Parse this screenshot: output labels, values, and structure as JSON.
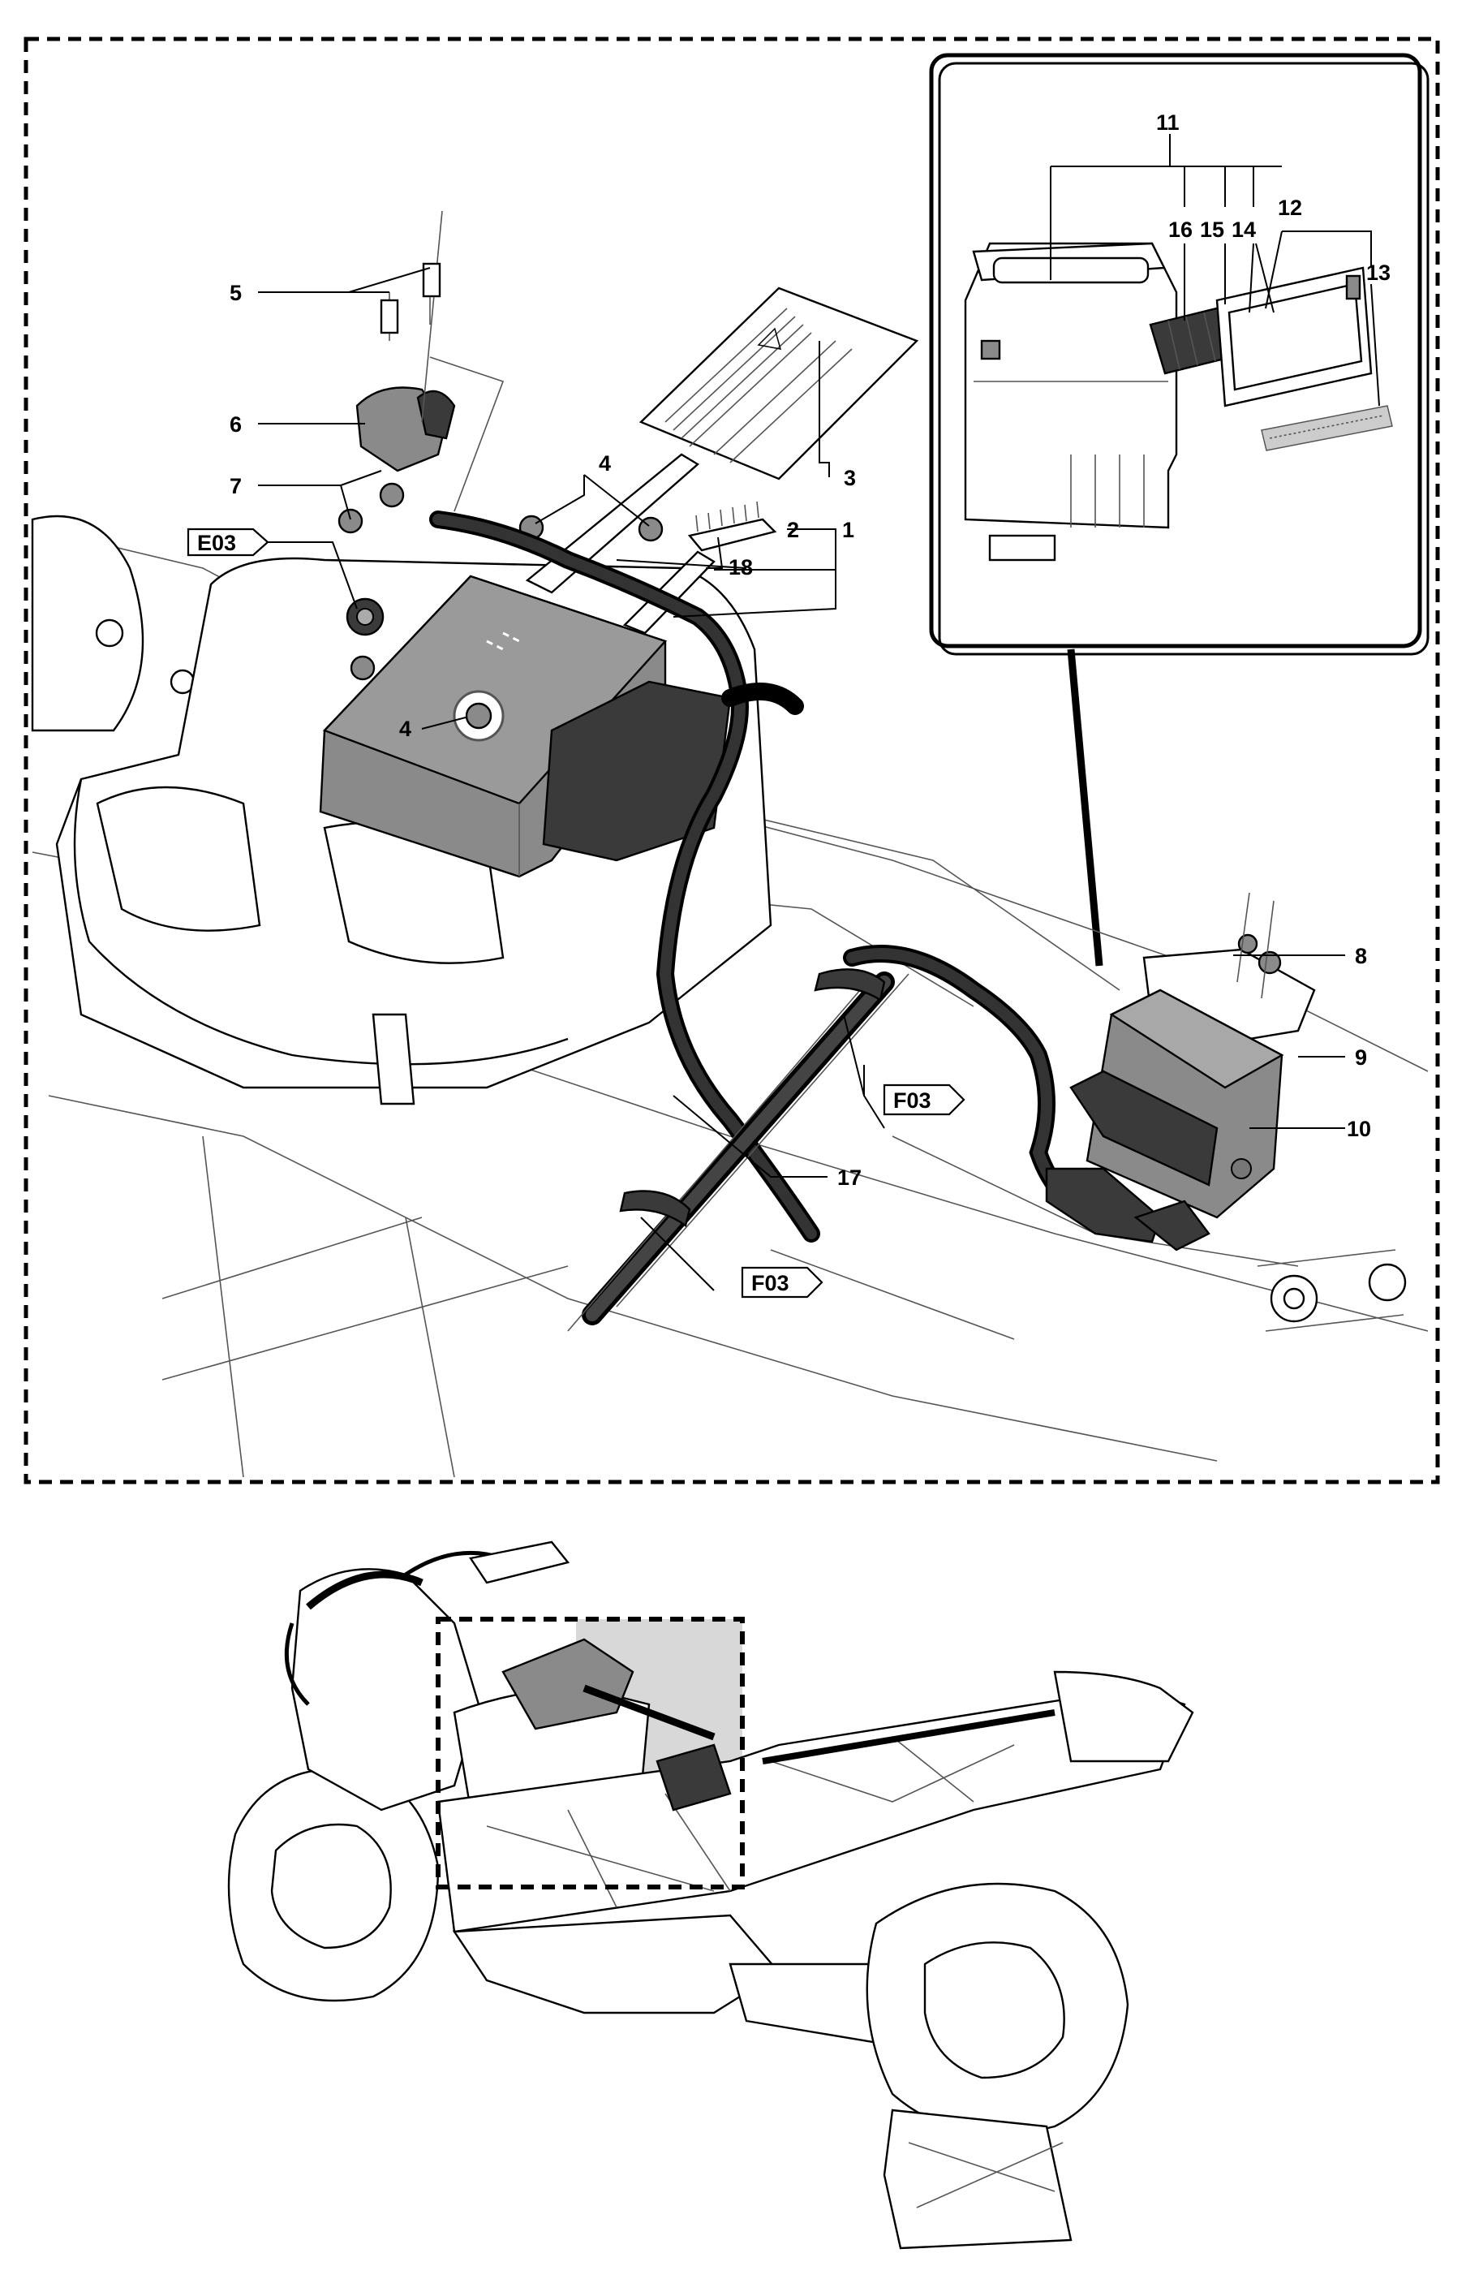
{
  "callouts": [
    {
      "id": "c1",
      "label": "1"
    },
    {
      "id": "c2",
      "label": "2"
    },
    {
      "id": "c3",
      "label": "3"
    },
    {
      "id": "c4a",
      "label": "4"
    },
    {
      "id": "c4b",
      "label": "4"
    },
    {
      "id": "c5",
      "label": "5"
    },
    {
      "id": "c6",
      "label": "6"
    },
    {
      "id": "c7",
      "label": "7"
    },
    {
      "id": "c8",
      "label": "8"
    },
    {
      "id": "c9",
      "label": "9"
    },
    {
      "id": "c10",
      "label": "10"
    },
    {
      "id": "c11",
      "label": "11"
    },
    {
      "id": "c12",
      "label": "12"
    },
    {
      "id": "c13",
      "label": "13"
    },
    {
      "id": "c14",
      "label": "14"
    },
    {
      "id": "c15",
      "label": "15"
    },
    {
      "id": "c16",
      "label": "16"
    },
    {
      "id": "c17",
      "label": "17"
    },
    {
      "id": "c18",
      "label": "18"
    }
  ],
  "references": [
    {
      "id": "r1",
      "label": "E03"
    },
    {
      "id": "r2",
      "label": "F03"
    },
    {
      "id": "r3",
      "label": "F03"
    }
  ],
  "colors": {
    "line": "#000000",
    "background": "#ffffff",
    "shade": "#8a8a8a",
    "inset_shade": "#d8d8d8"
  }
}
